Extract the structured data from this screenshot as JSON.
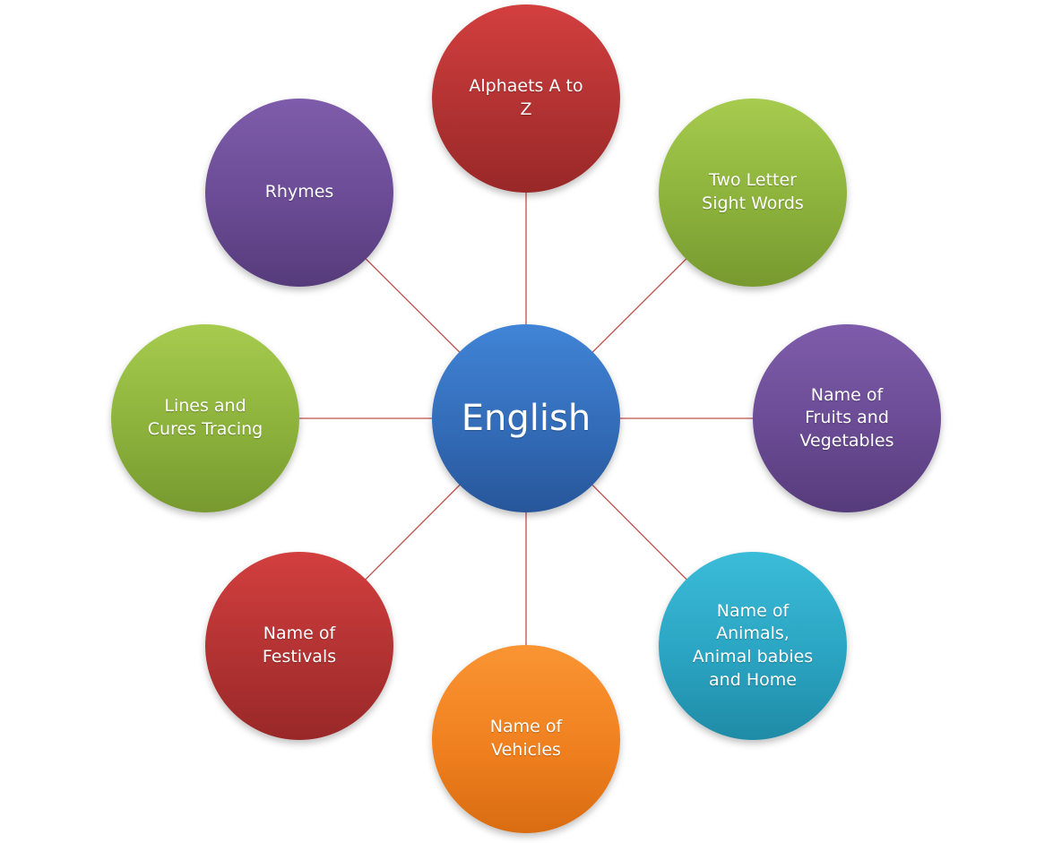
{
  "center": {
    "label": "English"
  },
  "topics": [
    {
      "label": "Alphaets A to\nZ",
      "color": "#b23232"
    },
    {
      "label": "Two Letter\nSight Words",
      "color": "#8cb23c"
    },
    {
      "label": "Name of\nFruits and\nVegetables",
      "color": "#6a4b94"
    },
    {
      "label": "Name of\nAnimals,\nAnimal babies\nand Home",
      "color": "#2aa4c2"
    },
    {
      "label": "Name of\nVehicles",
      "color": "#f0801f"
    },
    {
      "label": "Name of\nFestivals",
      "color": "#b23232"
    },
    {
      "label": "Lines and\nCures Tracing",
      "color": "#8cb23c"
    },
    {
      "label": "Rhymes",
      "color": "#6a4b94"
    }
  ],
  "colors": {
    "connector": "#c0504d",
    "center": "#336cb8"
  }
}
